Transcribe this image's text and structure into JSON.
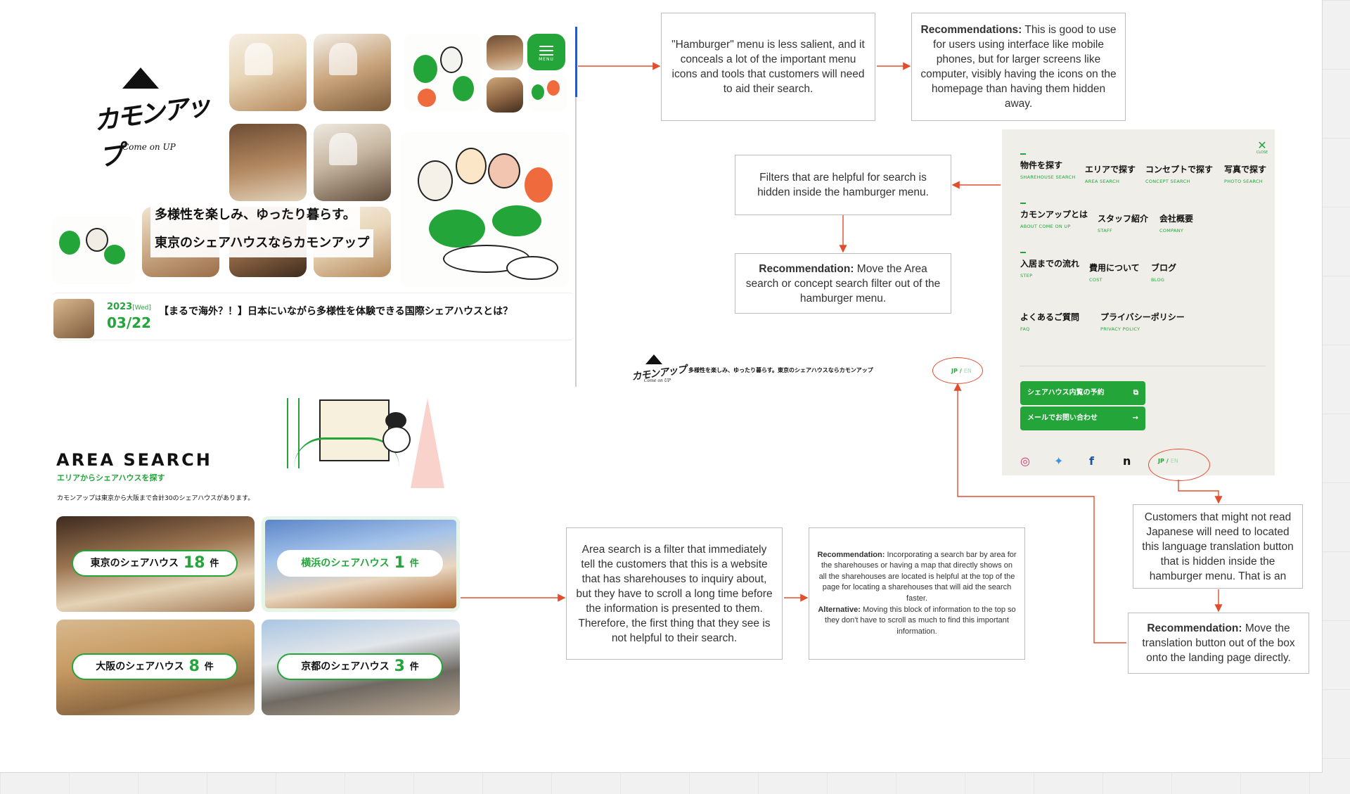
{
  "hero": {
    "menu_label": "MENU",
    "logo_text": "カモンアップ",
    "logo_sub": "Come on UP",
    "tagline_line1": "多様性を楽しみ、ゆったり暮らす。",
    "tagline_line2": "東京のシェアハウスならカモンアップ",
    "news": {
      "year": "2023",
      "weekday": "[Wed]",
      "date": "03/22",
      "title": "【まるで海外？！】日本にいながら多様性を体験できる国際シェアハウスとは？"
    }
  },
  "notes": {
    "hamburger": "\"Hamburger\" menu is less salient, and it conceals a lot of the important menu icons and tools that customers will need to aid their search.",
    "rec1_label": "Recommendations:",
    "rec1_text": "This is good to use for users using interface like mobile phones, but for larger screens like computer, visibly having the icons on the homepage than having them hidden away.",
    "filters": "Filters that are helpful for search is hidden inside the hamburger menu.",
    "rec2_label": "Recommendation:",
    "rec2_text": "Move the Area search or concept search filter out of the hamburger menu.",
    "area": "Area search is a filter that immediately tell the customers that this is a website that has sharehouses to inquiry about, but they have to scroll a long time before the information is presented to them. Therefore, the first thing that they see is not helpful to their search.",
    "rec3_label": "Recommendation:",
    "rec3_text": "Incorporating a search bar by area for the sharehouses or having a map that directly shows on  all the sharehouses are located is helpful at the top of the page for locating a sharehouses that will aid the search faster.",
    "rec3_alt_label": "Alternative:",
    "rec3_alt_text": "Moving this block of information to the top so they don't have to scroll as much to find this important information.",
    "lang": "Customers that might not read Japanese will need to located this language translation button that is hidden inside the hamburger menu. That is an",
    "rec4_label": "Recommendation:",
    "rec4_text": "Move the translation button out of the box onto the landing page directly."
  },
  "menu_panel": {
    "close_label": "CLOSE",
    "items": [
      {
        "jp": "物件を探す",
        "en": "SHAREHOUSE SEARCH"
      },
      {
        "jp": "エリアで探す",
        "en": "AREA SEARCH"
      },
      {
        "jp": "コンセプトで探す",
        "en": "CONCEPT SEARCH"
      },
      {
        "jp": "写真で探す",
        "en": "PHOTO SEARCH"
      },
      {
        "jp": "カモンアップとは",
        "en": "ABOUT COME ON UP"
      },
      {
        "jp": "スタッフ紹介",
        "en": "STAFF"
      },
      {
        "jp": "会社概要",
        "en": "COMPANY"
      },
      {
        "jp": "入居までの流れ",
        "en": "STEP"
      },
      {
        "jp": "費用について",
        "en": "COST"
      },
      {
        "jp": "ブログ",
        "en": "BLOG"
      },
      {
        "jp": "よくあるご質問",
        "en": "FAQ"
      },
      {
        "jp": "プライバシーポリシー",
        "en": "PRIVACY POLICY"
      }
    ],
    "btn_visit": "シェアハウス内覧の予約",
    "btn_mail": "メールでお問い合わせ",
    "lang_jp": "JP",
    "lang_sep": "/",
    "lang_en": "EN",
    "sns": [
      "instagram-icon",
      "twitter-icon",
      "facebook-icon",
      "note-icon"
    ]
  },
  "mini_header": {
    "tagline": "多様性を楽しみ、ゆったり暮らす。東京のシェアハウスならカモンアップ",
    "lang_jp": "JP",
    "lang_sep": "/",
    "lang_en": "EN"
  },
  "area_search": {
    "title": "AREA SEARCH",
    "subtitle": "エリアからシェアハウスを探す",
    "desc": "カモンアップは東京から大阪まで合計30のシェアハウスがあります。",
    "tiles": [
      {
        "name": "東京のシェアハウス",
        "count": "18",
        "unit": "件"
      },
      {
        "name": "横浜のシェアハウス",
        "count": "1",
        "unit": "件"
      },
      {
        "name": "大阪のシェアハウス",
        "count": "8",
        "unit": "件"
      },
      {
        "name": "京都のシェアハウス",
        "count": "3",
        "unit": "件"
      }
    ]
  },
  "colors": {
    "brand_green": "#23a53a",
    "annotation_red": "#e24d2e"
  }
}
